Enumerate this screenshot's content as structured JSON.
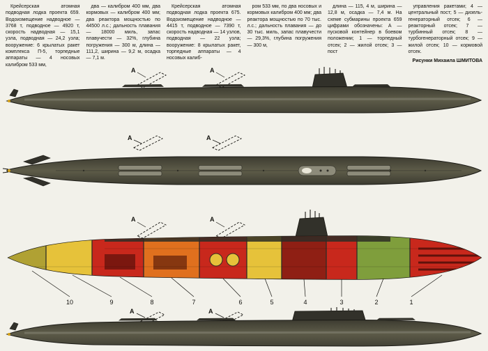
{
  "intro": {
    "columns": [
      "Крейсерская атомная подводная лодка проекта 659. Водоизмещение надводное — 3768 т, подводное — 4920 т, скорость надводная — 15,1 узла, подводная — 24,2 узла; вооружение: 6 крылатых ракет комплекса П-5, торпедные аппараты — 4 носовых калибром 533 мм,",
      "два — калибром 400 мм, два кормовых — калибром 400 мм; два реактора мощностью по 44500 л.с.; дальность плавания — 18000 миль, запас плавучести — 32%, глубина погружения — 300 м, длина — 111,2, ширина — 9,2 м, осадка — 7,1 м.",
      "Крейсерская атомная подводная лодка проекта 675. Водоизмещение надводное — 4415 т, подводное — 7390 т, скорость надводная — 14 узлов, подводная — 22 узла; вооружение: 8 крылатых ракет, торпедные аппараты — 4 носовых калиб-",
      "ром 533 мм, по два носовых и кормовых калибром 400 мм; два реактора мощностью по 70 тыс. л.с.; дальность плавания — до 30 тыс. миль, запас плавучести — 29,3%, глубина погружения — 300 м,",
      "длина — 115, 4 м, ширина — 12,8 м, осадка — 7,4 м. На схеме субмарины проекта 659 цифрами обозначены: А — пусковой контейнер в боевом положении; 1 — торпедный отсек; 2 — жилой отсек; 3 — пост",
      "управления ракетами; 4 — центральный пост; 5 — дизель-генераторный отсек; 6 — реакторный отсек; 7 — турбинный отсек; 8 — турбогенераторный отсек; 9 — жилой отсек; 10 — кормовой отсек."
    ],
    "credit": "Рисунки Михаила ШМИТОВА"
  },
  "markers": {
    "launch_container": "А"
  },
  "cutaway": {
    "numbers": [
      "10",
      "9",
      "8",
      "7",
      "6",
      "5",
      "4",
      "3",
      "2",
      "1"
    ]
  },
  "colors": {
    "paper": "#f2f1ea",
    "ink": "#14130f",
    "outline": "#1b1a15",
    "hull_top": "#3c3b30",
    "hull_mid": "#5e5c49",
    "hull_bottom": "#434236",
    "sail": "#32312a",
    "deck_detail": "#2e2d26",
    "plan_light": "#8d8b7a",
    "plan_bright": "#e9e6d8",
    "cut_base": "#cfc9b4",
    "cut_red": "#c8281c",
    "cut_dark_red": "#8f1f14",
    "cut_orange": "#e0701e",
    "cut_yellow": "#e6c23a",
    "cut_olive": "#b0a133",
    "cut_green": "#7f9e3c",
    "accent_yellow": "#d4a017"
  }
}
